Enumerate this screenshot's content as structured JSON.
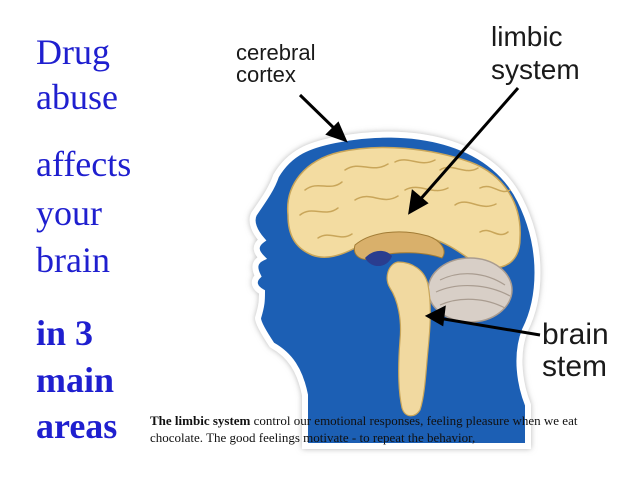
{
  "slide": {
    "headline": {
      "line1": "Drug",
      "line2": "abuse",
      "line3": "affects",
      "line4": "your",
      "line5": "brain",
      "line6": "in 3",
      "line7": "main",
      "line8": "areas"
    },
    "labels": {
      "cerebral_cortex": [
        "cerebral",
        "cortex"
      ],
      "limbic_system": [
        "limbic",
        "system"
      ],
      "brain_stem": [
        "brain",
        "stem"
      ]
    },
    "caption": {
      "bold": "The limbic system",
      "text": " control our emotional responses, feeling pleasure when we eat chocolate. The good feelings motivate  -  to repeat the behavior,"
    },
    "colors": {
      "headline": "#1f1fcf",
      "head_fill": "#1a5fb4",
      "brain_fill": "#f3dca1",
      "stem_fill": "#f1d9a0"
    }
  }
}
